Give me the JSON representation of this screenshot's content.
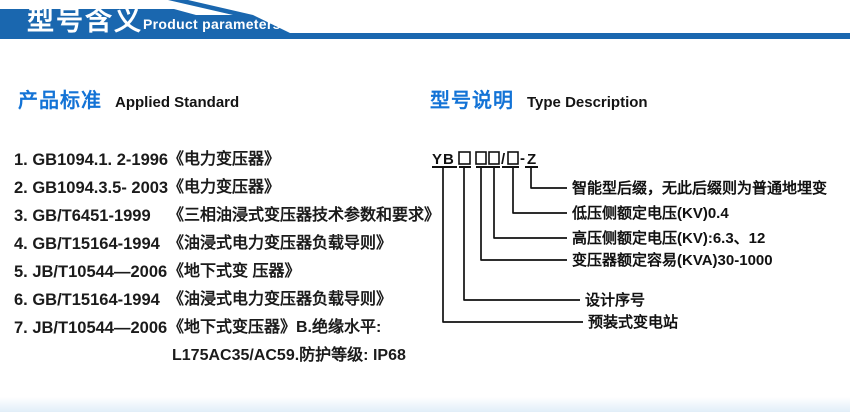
{
  "header": {
    "title_cn": "型号含义",
    "subtitle_en": "Product parameters",
    "banner_color": "#1a67af",
    "rule_color": "#1a63a8"
  },
  "standards": {
    "heading_cn": "产品标准",
    "heading_en": "Applied Standard",
    "items": [
      {
        "code": "1. GB1094.1. 2-1996",
        "title": "《电力变压器》"
      },
      {
        "code": "2. GB1094.3.5- 2003",
        "title": "《电力变压器》"
      },
      {
        "code": "3. GB/T6451-1999",
        "title": "《三相油浸式变压器技术参数和要求》"
      },
      {
        "code": "4. GB/T15164-1994",
        "title": "《油浸式电力变压器负载导则》"
      },
      {
        "code": "5. JB/T10544—2006",
        "title": "《地下式变 压器》"
      },
      {
        "code": "6. GB/T15164-1994",
        "title": "《油浸式电力变压器负载导则》"
      },
      {
        "code": "7. JB/T10544—2006",
        "title": "《地下式变压器》B.绝缘水平:"
      }
    ],
    "continuation": "L175AC35/AC59.防护等级: IP68"
  },
  "type_desc": {
    "heading_cn": "型号说明",
    "heading_en": "Type Description",
    "code": {
      "prefix": "YB",
      "slash": "/",
      "dash": "-",
      "suffix": "Z"
    },
    "labels": [
      "智能型后缀，无此后缀则为普通地埋变",
      "低压侧额定电压(KV)0.4",
      "高压侧额定电压(KV):6.3、12",
      "变压器额定容易(KVA)30-1000",
      "设计序号",
      "预装式变电站"
    ]
  },
  "colors": {
    "accent_blue": "#1373d6",
    "banner_blue": "#1a67af",
    "text_dark": "#1b1b1b"
  }
}
